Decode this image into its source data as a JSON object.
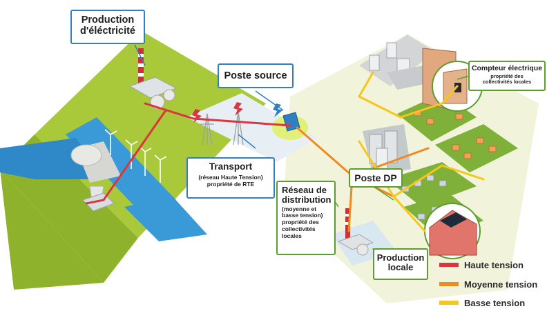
{
  "labels": {
    "production": [
      "Production",
      "d'éléctricité"
    ],
    "poste_source": "Poste source",
    "transport_title": "Transport",
    "transport_sub": [
      "(réseau Haute Tension)",
      "propriété de RTE"
    ],
    "reseau_title": [
      "Réseau de",
      "distribution"
    ],
    "reseau_sub": [
      "(moyenne et",
      "basse tension)",
      "propriété des",
      "collectivités",
      "locales"
    ],
    "poste_dp": "Poste DP",
    "compteur_title": "Compteur électrique",
    "compteur_sub": [
      "propriété des",
      "collectivités locales"
    ],
    "production_locale": [
      "Production",
      "locale"
    ]
  },
  "legend": [
    {
      "label": "Haute tension",
      "color": "#d9363e"
    },
    {
      "label": "Moyenne tension",
      "color": "#ee8a1f"
    },
    {
      "label": "Basse tension",
      "color": "#f5c71b"
    }
  ],
  "icons": {
    "lightning": "lightning-icon",
    "solar": "solar-panel-icon",
    "meter": "meter-icon"
  }
}
